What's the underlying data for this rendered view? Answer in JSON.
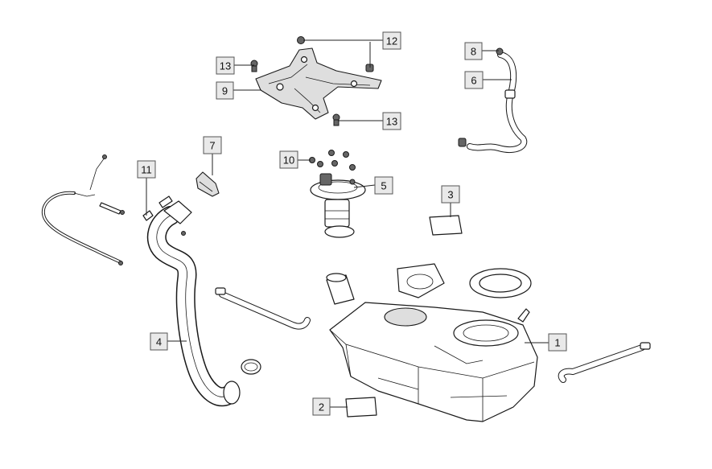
{
  "callouts": [
    {
      "id": "callout-1",
      "label": "1"
    },
    {
      "id": "callout-2",
      "label": "2"
    },
    {
      "id": "callout-3",
      "label": "3"
    },
    {
      "id": "callout-4",
      "label": "4"
    },
    {
      "id": "callout-5",
      "label": "5"
    },
    {
      "id": "callout-6",
      "label": "6"
    },
    {
      "id": "callout-7",
      "label": "7"
    },
    {
      "id": "callout-8",
      "label": "8"
    },
    {
      "id": "callout-9",
      "label": "9"
    },
    {
      "id": "callout-10",
      "label": "10"
    },
    {
      "id": "callout-11",
      "label": "11"
    },
    {
      "id": "callout-12",
      "label": "12"
    },
    {
      "id": "callout-13a",
      "label": "13"
    },
    {
      "id": "callout-13b",
      "label": "13"
    }
  ]
}
